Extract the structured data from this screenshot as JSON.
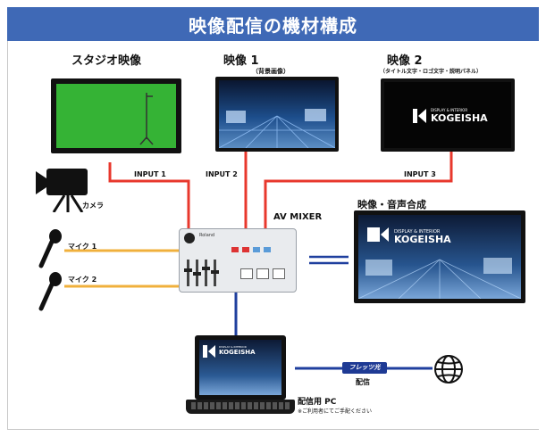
{
  "title": "映像配信の機材構成",
  "sources": {
    "studio": {
      "label": "スタジオ映像"
    },
    "video1": {
      "label": "映像 1",
      "sub": "（背景画像）"
    },
    "video2": {
      "label": "映像 2",
      "sub": "（タイトル文字・ロゴ文字・説明パネル）"
    }
  },
  "inputs": {
    "in1": "INPUT 1",
    "in2": "INPUT 2",
    "in3": "INPUT 3"
  },
  "camera_label": "カメラ",
  "mic1_label": "マイク 1",
  "mic2_label": "マイク 2",
  "mixer_label": "AV MIXER",
  "mixer_brand": "Roland",
  "output_label": "映像・音声合成",
  "logo": {
    "line1": "DISPLAY & INTERIOR",
    "line2": "KOGEISHA"
  },
  "pc": {
    "label": "配信用 PC",
    "note": "※ご利用者にてご手配ください"
  },
  "flets": {
    "badge": "フレッツ光",
    "label": "配信"
  },
  "colors": {
    "title_bar": "#3f69b6",
    "video_line": "#e8382d",
    "audio_line": "#f0b03c",
    "network_line": "#1f3f9e",
    "green_screen": "#35b335"
  }
}
